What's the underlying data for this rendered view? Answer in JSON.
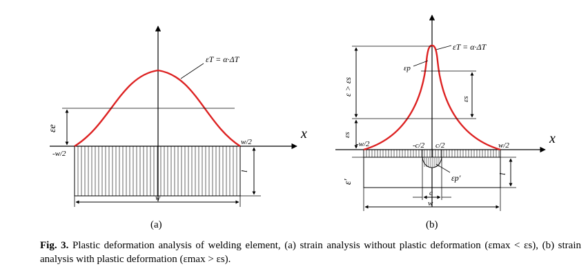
{
  "panel_a": {
    "curve_label": "εT = α·ΔT",
    "x_axis": "x",
    "left_end": "-w/2",
    "right_end": "w/2",
    "epsilon_label": "εe",
    "depth_label": "l",
    "width_label": "w",
    "caption": "(a)"
  },
  "panel_b": {
    "curve_label": "εT = α·ΔT",
    "x_axis": "x",
    "left_end": "-w/2",
    "right_end": "w/2",
    "peak_label": "εp",
    "eps_gt_label": "ε > εs",
    "eps_s_label": "εs",
    "eps_small_label": "εs",
    "eps_prime_label": "ε′",
    "eps_p_prime_label": "εp′",
    "neg_c_label": "-c/2",
    "pos_c_label": "c/2",
    "c_label": "c",
    "depth_label": "l",
    "width_label": "w",
    "caption": "(b)"
  },
  "figure_caption": {
    "label": "Fig. 3.",
    "text": "Plastic deformation analysis of welding element, (a) strain analysis without plastic deformation (εmax < εs), (b) strain analysis with plastic deformation (εmax > εs)."
  },
  "colors": {
    "curve": "#dd2222",
    "lines": "#000000"
  }
}
